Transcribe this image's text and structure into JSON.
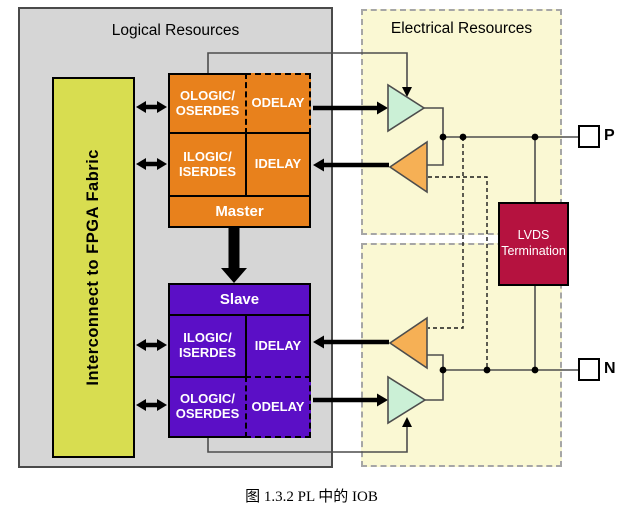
{
  "colors": {
    "page_bg": "#ffffff",
    "logical_bg": "#d6d6d6",
    "logical_border": "#4a4a4a",
    "fabric_bg": "#d8dd50",
    "orange": "#e8811c",
    "purple": "#5b0fc6",
    "electrical_bg": "#faf8d3",
    "electrical_border": "#a6a6a6",
    "buffer_green": "#cbf0d6",
    "buffer_orange": "#f6b055",
    "lvds_bg": "#b5123f",
    "wire": "#4d4d4d",
    "black": "#000000"
  },
  "logical": {
    "title": "Logical Resources",
    "fabric_label": "Interconnect to FPGA Fabric",
    "master": {
      "ologic": "OLOGIC/\nOSERDES",
      "odelay": "ODELAY",
      "ilogic": "ILOGIC/\nISERDES",
      "idelay": "IDELAY",
      "bar": "Master"
    },
    "slave": {
      "bar": "Slave",
      "ilogic": "ILOGIC/\nISERDES",
      "idelay": "IDELAY",
      "ologic": "OLOGIC/\nOSERDES",
      "odelay": "ODELAY"
    }
  },
  "electrical": {
    "title": "Electrical Resources",
    "lvds_label": "LVDS\nTermination",
    "pad_p": "P",
    "pad_n": "N"
  },
  "caption": "图 1.3.2 PL 中的 IOB"
}
